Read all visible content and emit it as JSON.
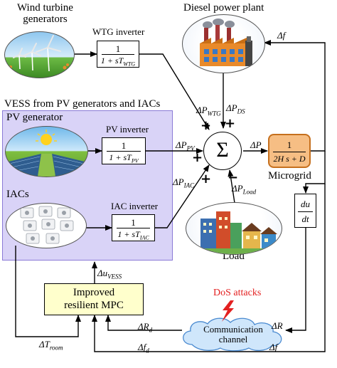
{
  "labels": {
    "wind": "Wind turbine\ngenerators",
    "diesel": "Diesel power plant",
    "vess": "VESS from  PV generators and IACs",
    "pv_gen": "PV generator",
    "iacs": "IACs",
    "load": "Load",
    "microgrid": "Microgrid",
    "mpc": "Improved\nresilient MPC",
    "comm": "Communication\nchannel",
    "dos": "DoS attacks",
    "wtg_inv": "WTG inverter",
    "pv_inv": "PV inverter",
    "iac_inv": "IAC inverter"
  },
  "signals": {
    "df_top": "Δf",
    "dp_ds": "ΔPDS",
    "dp_wtg": "ΔPWTG",
    "dp_pv": "ΔPPV",
    "dp_iac": "ΔPIAC",
    "dp": "ΔP",
    "dp_load": "ΔPLoad",
    "du_vess": "ΔuVESS",
    "dr": "ΔR",
    "dr_d": "ΔRd",
    "df_d": "Δfd",
    "df_bottom": "Δf",
    "dt_room": "ΔTroom",
    "sigma": "Σ",
    "minus": "−"
  },
  "transfer": {
    "wtg_num": "1",
    "wtg_den": "1 + sTWTG",
    "pv_num": "1",
    "pv_den": "1 + sTPV",
    "iac_num": "1",
    "iac_den": "1 + sTIAC",
    "mg_num": "1",
    "mg_den": "2H s + D",
    "deriv_num": "du",
    "deriv_den": "dt"
  },
  "colors": {
    "vess_bg": "#d9d3f7",
    "vess_border": "#8a7ad6",
    "mpc_bg": "#ffffcc",
    "microgrid_bg": "#f6be84",
    "microgrid_border": "#c6701e",
    "comm_cloud": "#cfe6fb",
    "dos_red": "#e32020"
  },
  "icons": [
    "wind-turbine-icon",
    "diesel-plant-icon",
    "pv-panel-icon",
    "air-conditioner-icon",
    "load-buildings-icon",
    "lightning-bolt-icon"
  ]
}
